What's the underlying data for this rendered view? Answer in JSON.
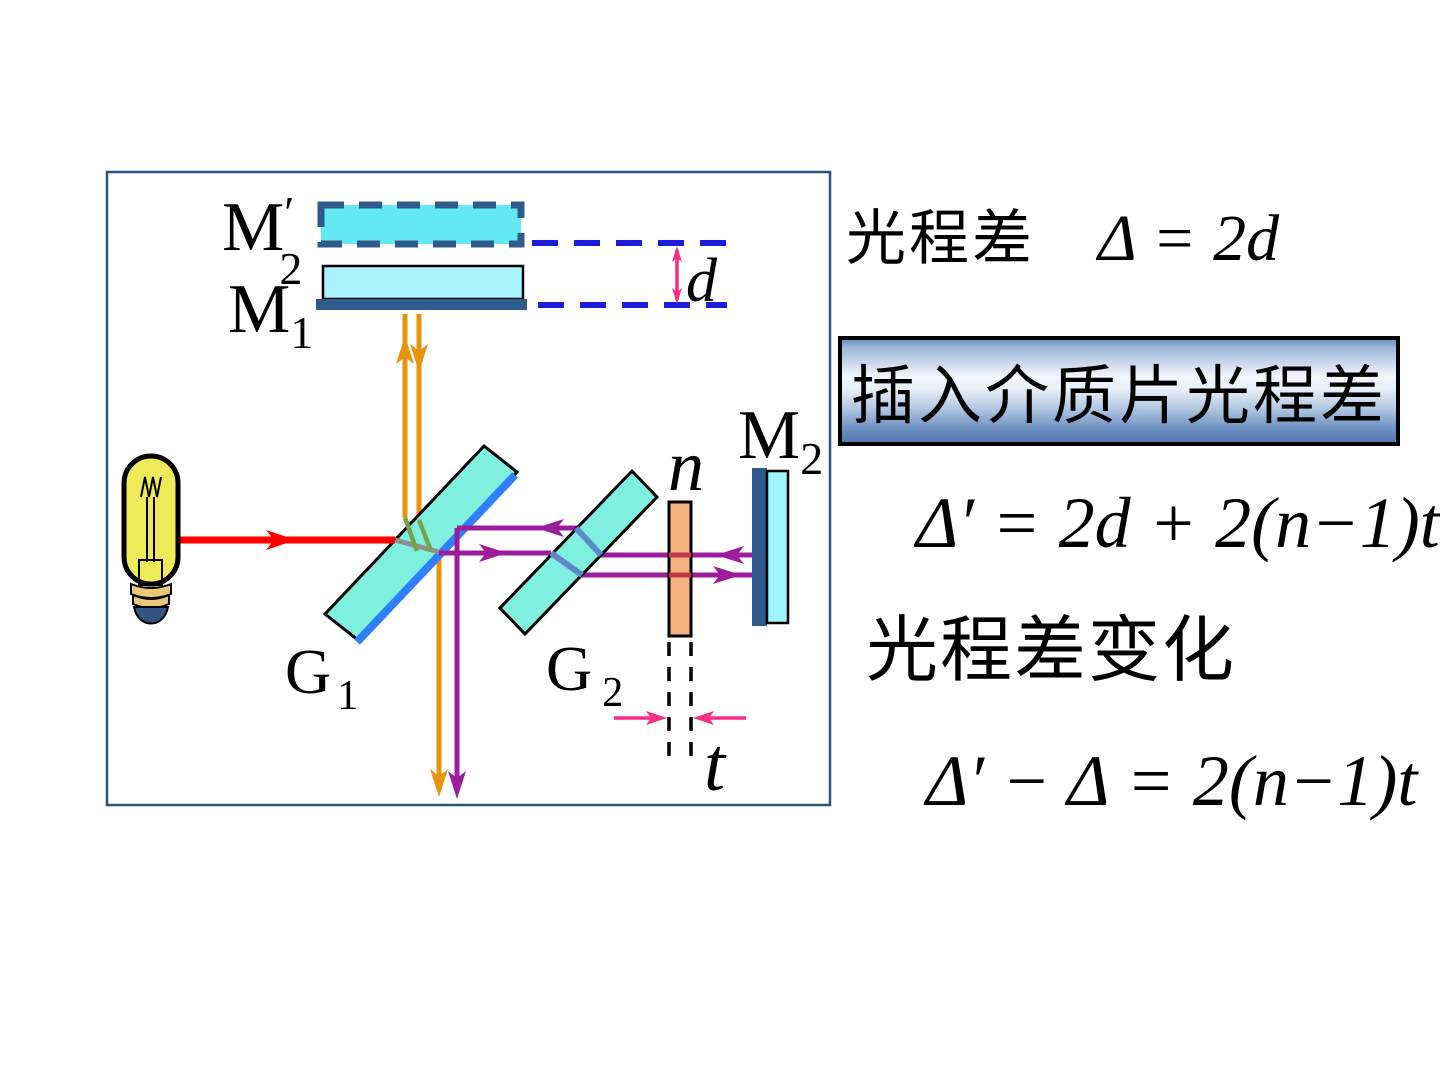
{
  "diagram": {
    "labels": {
      "m2_image": {
        "letter": "M",
        "prime": "′",
        "sub": "2"
      },
      "m1": {
        "letter": "M",
        "sub": "1"
      },
      "m2": {
        "letter": "M",
        "sub": "2"
      },
      "g1": {
        "letter": "G",
        "sub": "1"
      },
      "g2": {
        "letter": "G",
        "sub": "2"
      },
      "n": "n",
      "d": "d",
      "t": "t"
    },
    "colors": {
      "frame_border": "#2E527E",
      "virtual_mirror_fill": "#63E9F5",
      "mirror_fill": "#A9F4FF",
      "mirror_edge_navy": "#2E5B8C",
      "virtual_dash_blue": "#1C1CDF",
      "glass_fill": "#7FEFDE",
      "splitter_coating_blue": "#2E7FF8",
      "glass_inner_ray_blue": "#5E8BC8",
      "ray_red": "#FF0000",
      "ray_orange": "#E8930C",
      "ray_purple": "#9C1C9C",
      "ray_in_glass_gray": "#8F8F8F",
      "ray_in_glass_green": "#76A349",
      "ray_in_plate_red": "#C0394B",
      "dimension_pink": "#FA2D83",
      "plate_fill": "#F6B27E",
      "m2_mirror_fill": "#9FF5FF",
      "bulb_yellow": "#EFEA58",
      "bulb_base_tan": "#E9C878",
      "bulb_cap_navy": "#33557F"
    }
  },
  "panel": {
    "opd_label": "光程差",
    "opd_formula": "Δ = 2d",
    "title_box": "插入介质片光程差",
    "opd_with_slab_formula": "Δ′ = 2d + 2(n−1)t",
    "opd_change_label": "光程差变化",
    "opd_change_formula": "Δ′ − Δ = 2(n−1)t"
  }
}
